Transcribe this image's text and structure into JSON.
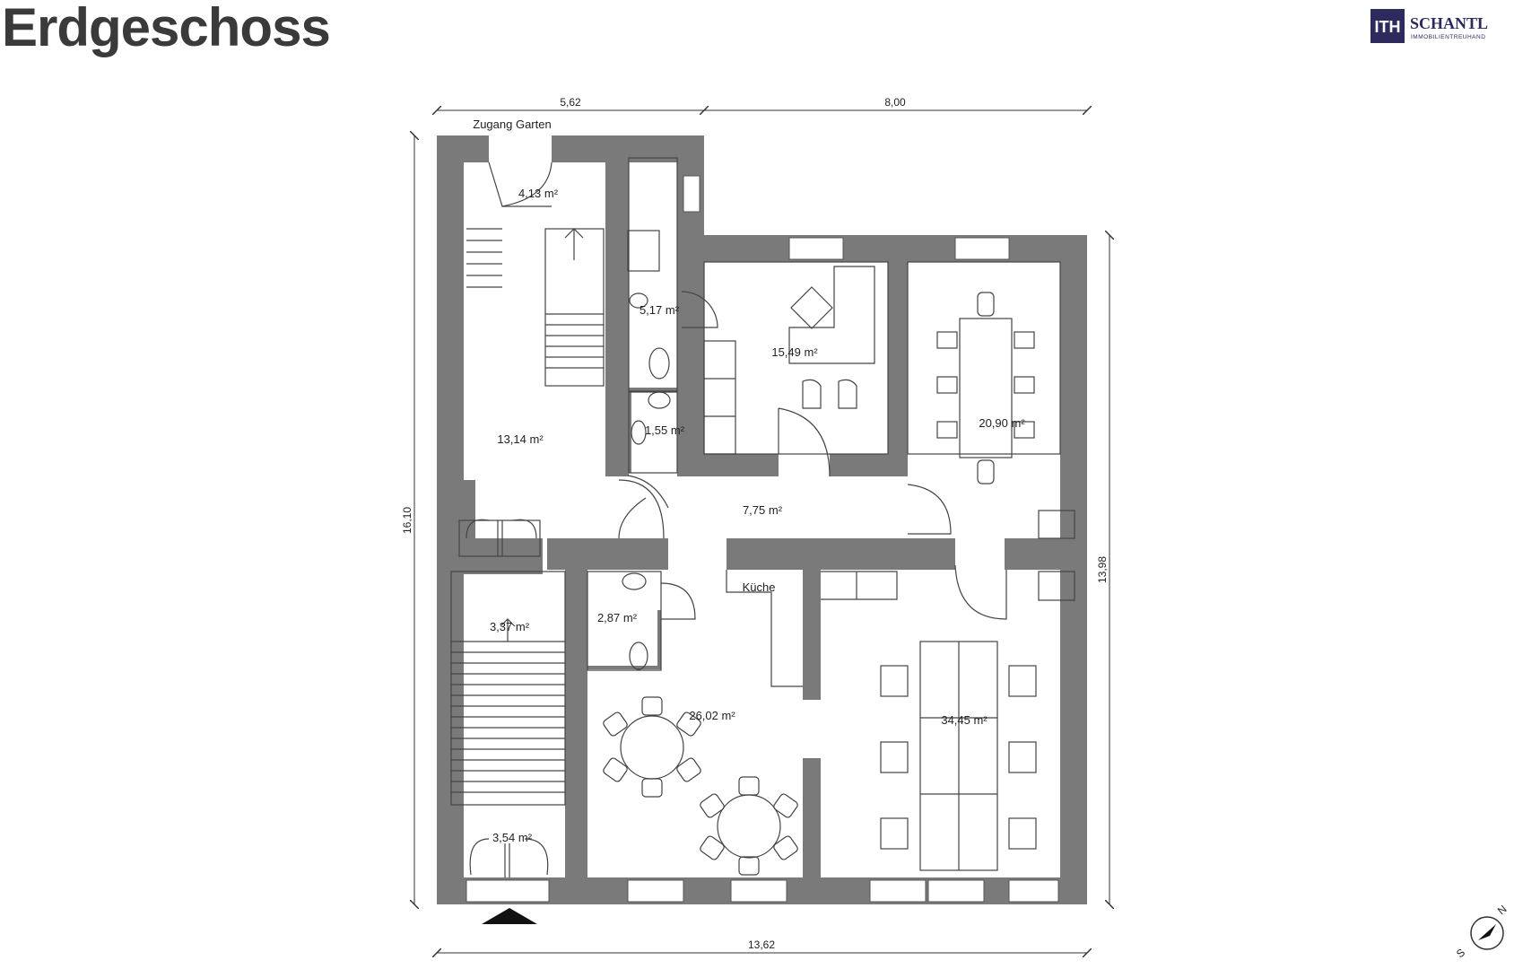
{
  "header": {
    "title": "Erdgeschoss"
  },
  "brand": {
    "name": "SCHANTL",
    "tagline": "IMMOBILIENTREUHAND",
    "color": "#2d2a5e"
  },
  "plan": {
    "wall_color": "#7a7a7a",
    "entrance_label": "Zugang Garten",
    "dimensions": {
      "top_left": "5,62",
      "top_right": "8,00",
      "bottom": "13,62",
      "left": "16,10",
      "right": "13,98"
    },
    "rooms": {
      "vestibule_garden": "4,13 m²",
      "wc_upper": "5,17 m²",
      "office": "15,49 m²",
      "meeting": "20,90 m²",
      "stair_hall": "13,14 m²",
      "wc_small": "1,55 m²",
      "corridor": "7,75 m²",
      "kitchen": "Küche",
      "wc_lower": "2,87 m²",
      "stairs": "3,37 m²",
      "dining": "26,02 m²",
      "conference": "34,45 m²",
      "entrance": "3,54 m²"
    }
  },
  "compass": {
    "n": "N",
    "s": "S"
  }
}
